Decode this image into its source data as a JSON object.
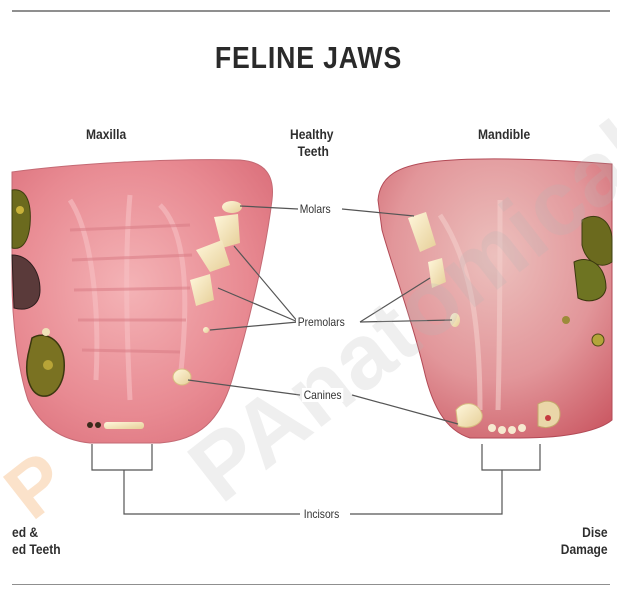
{
  "title": "FELINE JAWS",
  "labels": {
    "maxilla": "Maxilla",
    "healthy_line1": "Healthy",
    "healthy_line2": "Teeth",
    "mandible": "Mandible",
    "left_bottom_line1": "ed &",
    "left_bottom_line2": "ed Teeth",
    "right_bottom_line1": "Dise",
    "right_bottom_line2": "Damage"
  },
  "callouts": {
    "molars": "Molars",
    "premolars": "Premolars",
    "canines": "Canines",
    "incisors": "Incisors"
  },
  "watermark": "PAnatomicals",
  "colors": {
    "gum": "#e88a92",
    "gum_dark": "#c9545f",
    "tooth": "#f2e6c2",
    "diseased": "#6b6a1e",
    "line": "#555555"
  }
}
